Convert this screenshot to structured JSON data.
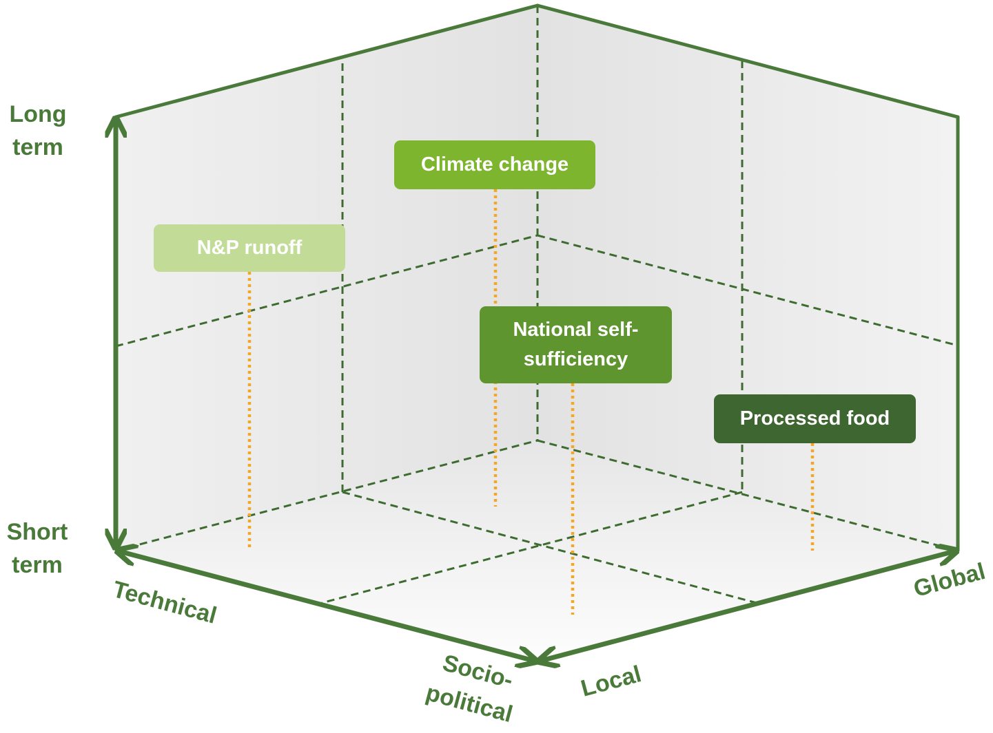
{
  "axes": {
    "time": {
      "top": "Long term",
      "bottom": "Short term"
    },
    "nature": {
      "start": "Technical",
      "end": "Socio-political"
    },
    "scale": {
      "start": "Local",
      "end": "Global"
    }
  },
  "issues": [
    {
      "label": "Climate change",
      "color": "#7db52f"
    },
    {
      "label": "N&P runoff",
      "color": "#c2dc98"
    },
    {
      "label": "National self-sufficiency",
      "color": "#5e952e"
    },
    {
      "label": "Processed food",
      "color": "#3e6630"
    }
  ],
  "colors": {
    "frame": "#4a7a3a",
    "dashed": "#3d6b30",
    "stem": "#f5a623"
  }
}
